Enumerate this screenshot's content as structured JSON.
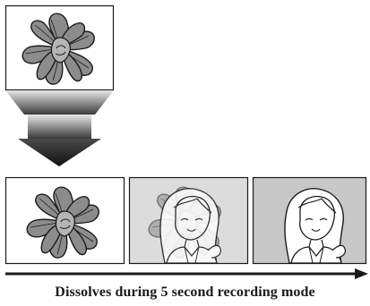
{
  "caption": "Dissolves during 5 second recording mode",
  "colors": {
    "petal_gray": "#8c8c8c",
    "panel_light": "#d8d8d8",
    "panel_mid": "#c8c8c8",
    "outline": "#1a1a1a"
  },
  "frames": [
    {
      "name": "source-frame",
      "content": "flower"
    },
    {
      "name": "dissolve-frame-1",
      "content": "flower"
    },
    {
      "name": "dissolve-frame-2",
      "content": "flower-and-woman-blend"
    },
    {
      "name": "dissolve-frame-3",
      "content": "woman"
    }
  ],
  "icons": [
    "down-arrow-icon",
    "timeline-arrow-icon"
  ]
}
